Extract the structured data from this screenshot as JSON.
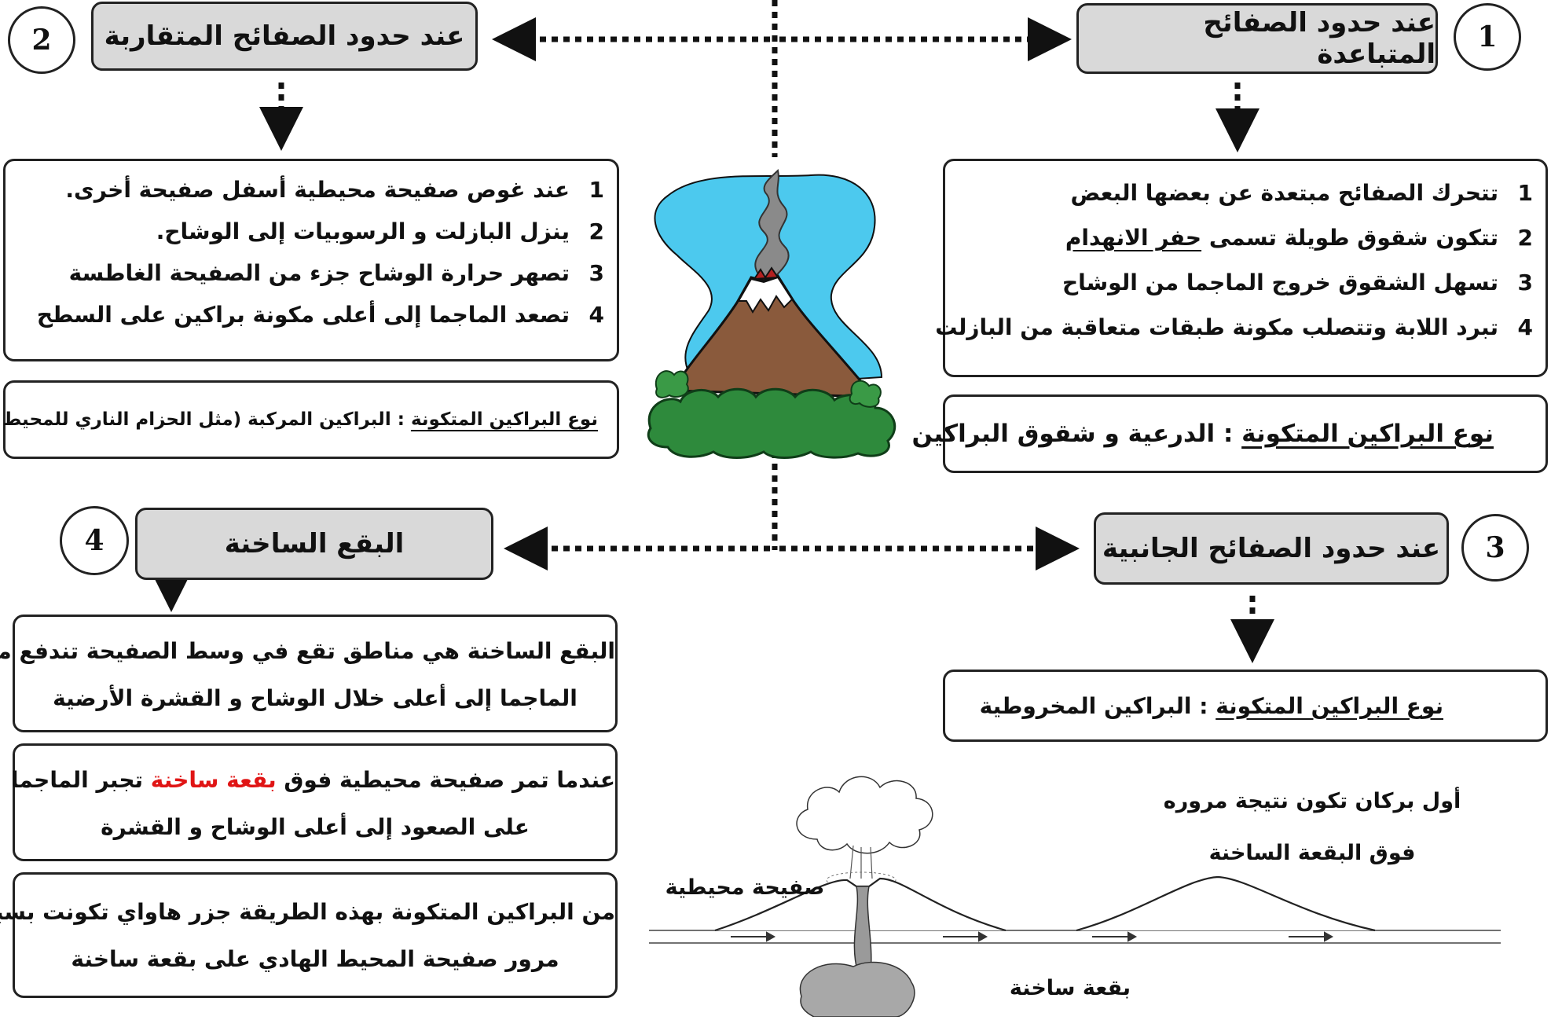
{
  "convergent": {
    "number": "2",
    "title": "عند حدود الصفائح المتقاربة",
    "steps": [
      {
        "n": "1",
        "text": "عند غوص صفيحة محيطية أسفل صفيحة أخرى."
      },
      {
        "n": "2",
        "text": "ينزل البازلت و الرسوبيات إلى الوشاح."
      },
      {
        "n": "3",
        "text": "تصهر حرارة الوشاح جزء من الصفيحة الغاطسة"
      },
      {
        "n": "4",
        "text": "تصعد الماجما إلى أعلى مكونة براكين على السطح"
      }
    ],
    "type_label": "نوع البراكين المتكونة",
    "type_value": ": البراكين المركبة (مثل الحزام الناري للمحيط الهادي)"
  },
  "divergent": {
    "number": "1",
    "title": "عند حدود الصفائح المتباعدة",
    "steps": [
      {
        "n": "1",
        "text": "تتحرك الصفائح مبتعدة عن بعضها البعض"
      },
      {
        "n": "2",
        "text_before": "تتكون شقوق طويلة تسمى ",
        "text_underlined": "حفر الانهدام"
      },
      {
        "n": "3",
        "text": "تسهل الشقوق خروج الماجما من الوشاح"
      },
      {
        "n": "4",
        "text": "تبرد اللابة وتتصلب مكونة طبقات متعاقبة من البازلت"
      }
    ],
    "type_label": "نوع البراكين المتكونة",
    "type_value": ": الدرعية و شقوق البراكين"
  },
  "hotspots": {
    "number": "4",
    "title": "البقع الساخنة",
    "definition_line1": "البقع الساخنة هي مناطق تقع في وسط الصفيحة تندفع منها",
    "definition_line2": "الماجما إلى أعلى خلال الوشاح و القشرة الأرضية",
    "process_before": "عندما تمر صفيحة محيطية فوق ",
    "process_highlight": "بقعة ساخنة",
    "process_after": " تجبر الماجما",
    "process_line2": "على الصعود إلى أعلى الوشاح و القشرة",
    "example_line1": "من البراكين المتكونة بهذه الطريقة جزر هاواي تكونت بسبب",
    "example_line2": "مرور صفيحة المحيط الهادي على بقعة ساخنة",
    "highlight_color": "#e01515"
  },
  "transform": {
    "number": "3",
    "title": "عند حدود الصفائح الجانبية",
    "type_label": "نوع البراكين المتكونة",
    "type_value": ": البراكين المخروطية"
  },
  "illustration": {
    "first_volcano_line1": "أول بركان تكون نتيجة مروره",
    "first_volcano_line2": "فوق البقعة الساخنة",
    "oceanic_plate": "صفيحة محيطية",
    "hotspot": "بقعة ساخنة"
  }
}
